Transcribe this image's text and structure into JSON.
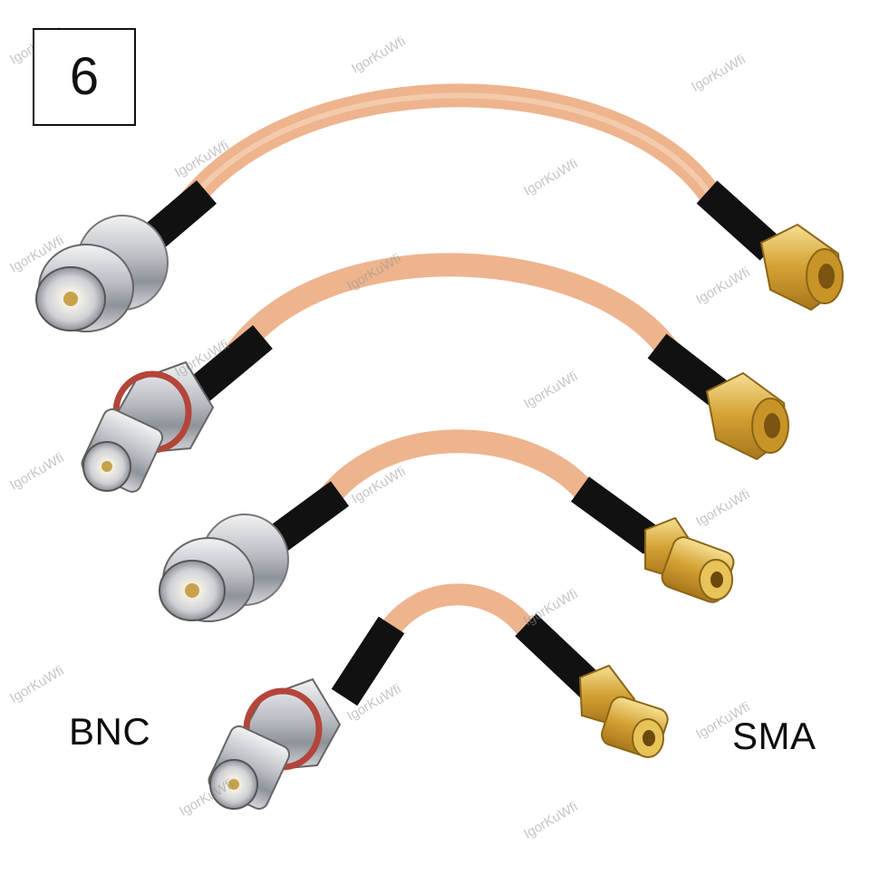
{
  "badge": {
    "number": "6"
  },
  "labels": {
    "left": "BNC",
    "right": "SMA"
  },
  "watermark": "IgorKuWfi",
  "colors": {
    "cable": "#eeb48e",
    "sleeve": "#111111",
    "nickel": "#c9cbcf",
    "gold": "#d8a93a",
    "gasket": "#b3453a"
  }
}
